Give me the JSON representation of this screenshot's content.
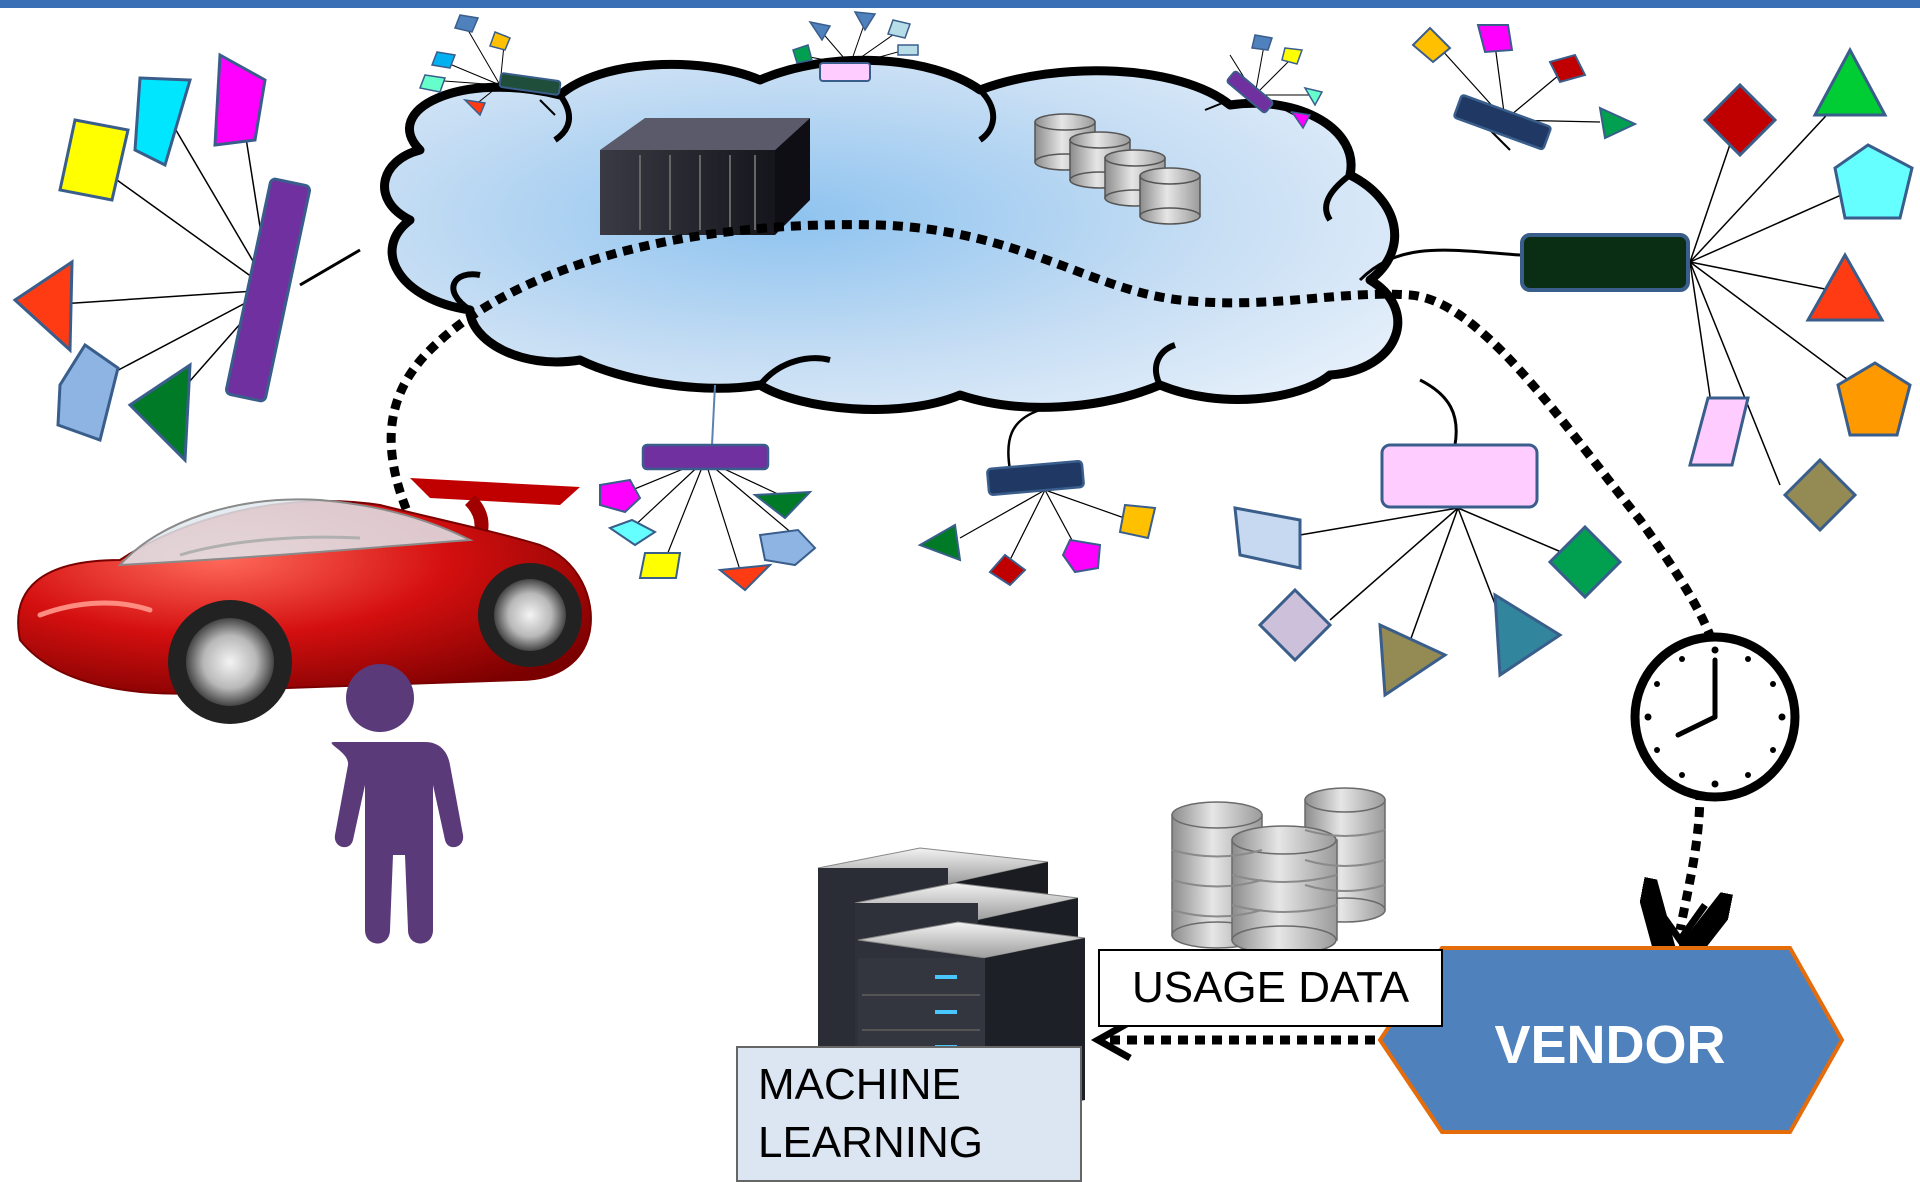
{
  "labels": {
    "usage_data": "USAGE DATA",
    "machine_learning_line1": "MACHINE",
    "machine_learning_line2": "LEARNING",
    "vendor": "VENDOR"
  },
  "colors": {
    "top_bar": "#3a6fb5",
    "cloud_fill": "#c7def4",
    "vendor_fill": "#4f81bd",
    "vendor_border": "#e46c0a",
    "person": "#5b3a7a",
    "car": "#d40f0f",
    "ml_box": "#dce6f2"
  },
  "icons": [
    "car-icon",
    "person-icon",
    "clock-icon",
    "server-rack-icon",
    "database-icon",
    "cloud-icon"
  ]
}
